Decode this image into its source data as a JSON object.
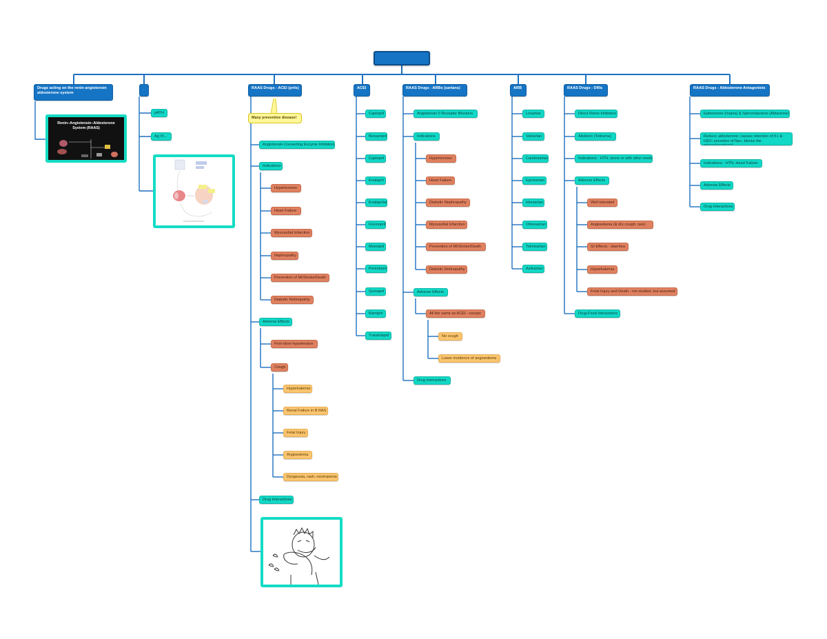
{
  "root": {
    "label": ""
  },
  "columns": {
    "col1": {
      "title": "Drugs acting on the renin angiotensin aldosterone system",
      "image": {
        "title": "Renin–Angiotensin–Aldosterone System (RAAS)",
        "theme": "dark-diagram"
      }
    },
    "col2": {
      "title": "",
      "items": [
        "pATH",
        "Ag Vt..."
      ],
      "image": {
        "theme": "pathway-sketch"
      }
    },
    "col3": {
      "title": "RAAS Drugs - ACEI (prils)",
      "callout": "Many preventive disease!",
      "mechanism": "Angiotensin-Converting Enzyme Inhibitors",
      "indications_label": "Indications",
      "indications": [
        "Hypertension",
        "Heart Failure",
        "Myocardial Infarction",
        "Nephropathy",
        "Prevention of MI/Stroke/Death",
        "Diabetic Retinopathy"
      ],
      "adverse_label": "Adverse Effects",
      "adverse": [
        "First-dose hypotension",
        "Cough"
      ],
      "cough_items": [
        "Hyperkalemia",
        "Renal Failure in B RAS",
        "Fetal Injury",
        "Angioedema",
        "Dysgeusia, rash, neutropenia"
      ],
      "interactions_label": "Drug Interactions",
      "image": {
        "theme": "coughing-person"
      }
    },
    "col4": {
      "title": "ACEI",
      "items": [
        "Captopril",
        "Benazepril",
        "Captopril",
        "Enalapril",
        "Enalaprilat",
        "Fosinopril",
        "Moexipril",
        "Perindopril",
        "Quinapril",
        "Ramipril",
        "Trandolapril"
      ]
    },
    "col5": {
      "title": "RAAS Drugs - ARBs (sartans)",
      "mechanism": "Angiotensin II Receptor Blockers",
      "indications_label": "Indications",
      "indications": [
        "Hypertension",
        "Heart Failure",
        "Diabetic Nephropathy",
        "Myocardial Infarction",
        "Prevention of MI/Stroke/Death",
        "Diabetic Retinopathy"
      ],
      "adverse_label": "Adverse Effects",
      "adverse_sub": "All the same as ACEI - except:",
      "except_items": [
        "No cough",
        "Lower incidence of angioedema"
      ],
      "interactions_label": "Drug Interactions"
    },
    "col6": {
      "title": "ARB",
      "items": [
        "Losartan",
        "Valsartan",
        "Candesartan",
        "Eprosartan",
        "Irbesartan",
        "Olmesartan",
        "Telmisartan",
        "Azilsartan"
      ]
    },
    "col7": {
      "title": "RAAS Drugs - DRIs",
      "mechanism": "Direct Renin Inhibitors",
      "drug": "Aliskiren (Tekturna)",
      "indications": "Indications - HTN; alone or with other meds",
      "adverse_label": "Adverse Effects",
      "adverse": [
        "Well-tolerated",
        "Angioedema (& dry cough; rare)",
        "GI Effects - diarrhea",
        "Hyperkalemia",
        "Fetal Injury and Death - not studied, but assumed"
      ],
      "interactions_label": "Drug-Food Interactions"
    },
    "col8": {
      "title": "RAAS Drugs - Aldosterone Antagonists",
      "items": [
        "Eplerenone (Inspra) & Spironolactone (Aldactone)",
        "Reduce aldosterone; causes retention of K+ & H2O; excretion of Na+; blocks the mineralocorticoid",
        "Indications - HTN, Heart Failure",
        "Adverse Effects",
        "Drug Interactions"
      ]
    }
  },
  "colors": {
    "blue": "#1574c4",
    "teal": "#12d8c6",
    "orange": "#df8160",
    "yellow": "#fbc56f",
    "frame": "#14dcc4",
    "line": "#1c6fbf"
  }
}
